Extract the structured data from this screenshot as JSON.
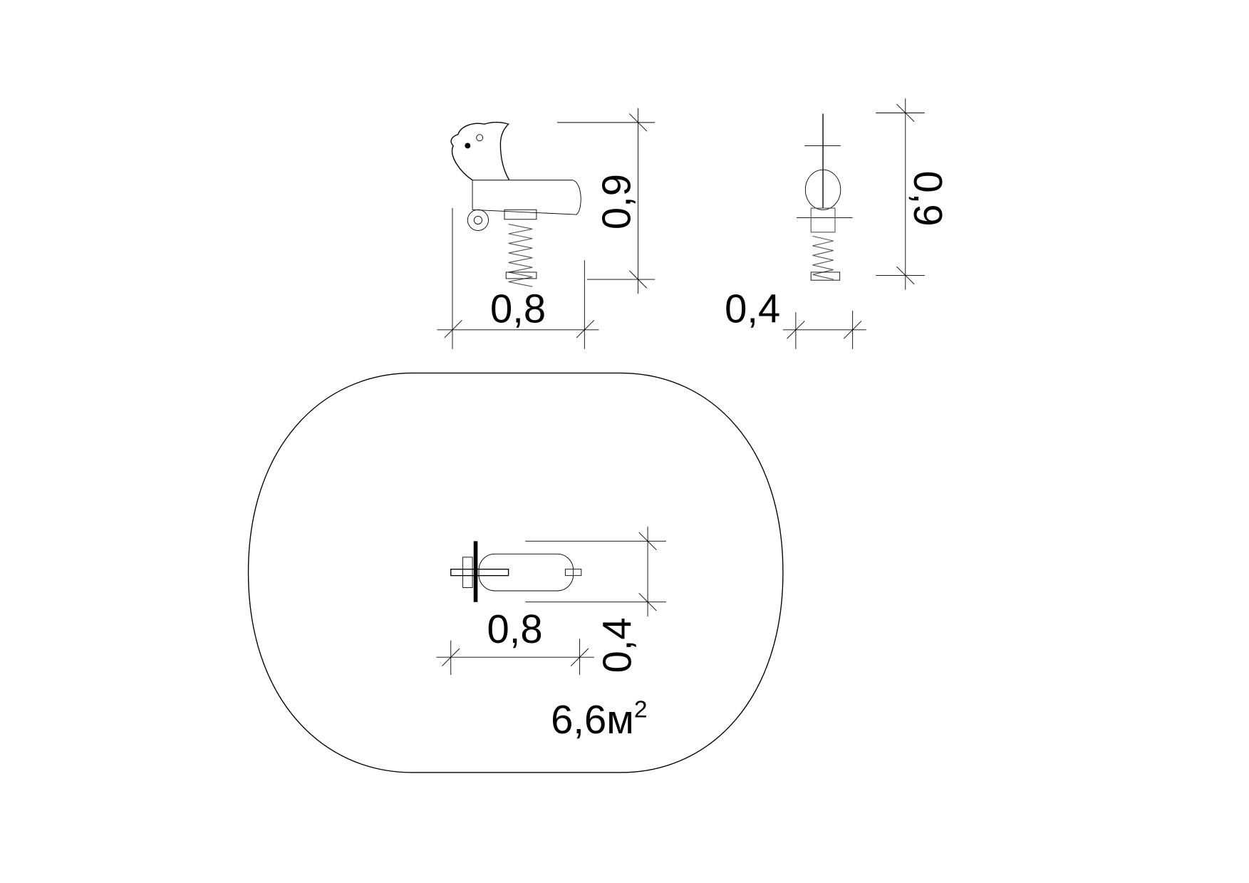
{
  "side_view": {
    "width_label": "0,8",
    "height_label": "0,9"
  },
  "front_view": {
    "width_label": "0,4",
    "height_label": "0,9"
  },
  "plan_view": {
    "length_label": "0,8",
    "width_label": "0,4",
    "area_label": "6,6м",
    "area_unit_sup": "2"
  }
}
